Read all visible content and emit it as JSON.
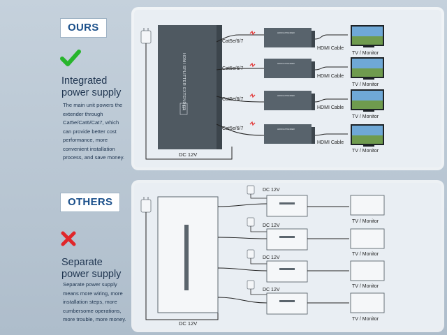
{
  "ours": {
    "badge": "OURS",
    "heading_line1": "Integrated",
    "heading_line2": "power supply",
    "desc_lines": [
      "The main unit powers the",
      "extender through",
      "Cat5e/Cat6/Cat7, which",
      "can provide better cost",
      "performance, more",
      "convenient installation",
      "process, and save money."
    ],
    "mark": "check-icon",
    "diagram": {
      "main_unit_label": "HDMI SPLITTER EXTENDER",
      "main_unit_tag": "1x4",
      "cable_labels": [
        "Cat5e/6/7",
        "Cat5e/6/7",
        "Cat5e/6/7",
        "Cat5e/6/7"
      ],
      "hdmi_labels": [
        "HDMI Cable",
        "HDMI Cable",
        "HDMI Cable",
        "HDMI Cable"
      ],
      "tv_labels": [
        "TV / Monitor",
        "TV / Monitor",
        "TV / Monitor",
        "TV / Monitor"
      ],
      "power_label": "DC 12V",
      "receiver_label": "HDMI EXTENDER"
    }
  },
  "others": {
    "badge": "OTHERS",
    "heading_line1": "Separate",
    "heading_line2": "power supply",
    "desc_lines": [
      "Separate power supply",
      "means more wiring, more",
      "installation steps, more",
      "cumbersome operations,",
      "more trouble, more money."
    ],
    "mark": "cross-icon",
    "diagram": {
      "power_labels": [
        "DC 12V",
        "DC 12V",
        "DC 12V",
        "DC 12V"
      ],
      "tv_labels": [
        "TV / Monitor",
        "TV / Monitor",
        "TV / Monitor",
        "TV / Monitor"
      ],
      "power_label": "DC 12V"
    }
  },
  "colors": {
    "badge_text": "#1a4f8a",
    "check": "#27b52c",
    "cross": "#e0262a",
    "device": "#4f5961",
    "signal": "#e23b3b"
  }
}
